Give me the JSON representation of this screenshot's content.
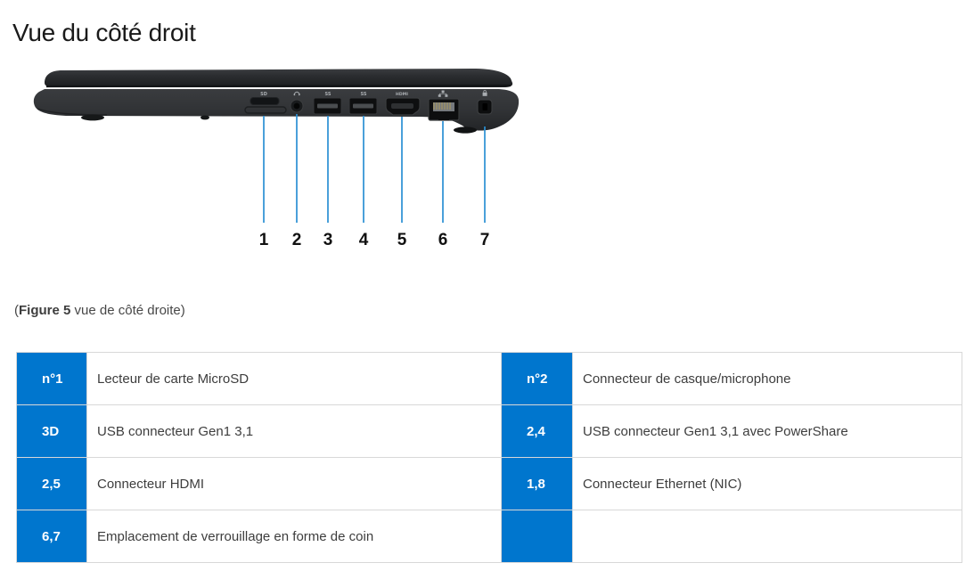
{
  "page": {
    "title": "Vue du côté droit",
    "background": "#ffffff"
  },
  "figure": {
    "caption": {
      "open": "(",
      "bold": "Figure 5",
      "rest": " vue de côté droite)"
    },
    "callouts": [
      "1",
      "2",
      "3",
      "4",
      "5",
      "6",
      "7"
    ],
    "ports": [
      "microsd-card-reader",
      "headset-jack",
      "usb-gen1-3.1-port",
      "usb-gen1-3.1-powershare-port",
      "hdmi-port",
      "ethernet-port",
      "wedge-lock-slot"
    ],
    "port_icon_labels": {
      "sd": "SD",
      "usb": "SS",
      "hdmi": "HDMI"
    },
    "callout_line_color": "#2a90d4"
  },
  "table": {
    "accent_color": "#0076ce",
    "border_color": "#d8d8d8",
    "rows": [
      {
        "label1": "n°1",
        "desc1": "Lecteur de carte MicroSD",
        "label2": "n°2",
        "desc2": "Connecteur de casque/microphone"
      },
      {
        "label1": "3D",
        "desc1": "USB connecteur Gen1 3,1",
        "label2": "2,4",
        "desc2": "USB connecteur Gen1 3,1 avec PowerShare"
      },
      {
        "label1": "2,5",
        "desc1": "Connecteur HDMI",
        "label2": "1,8",
        "desc2": "Connecteur Ethernet (NIC)"
      },
      {
        "label1": "6,7",
        "desc1": "Emplacement de verrouillage en forme de coin",
        "label2": "",
        "desc2": ""
      }
    ]
  }
}
